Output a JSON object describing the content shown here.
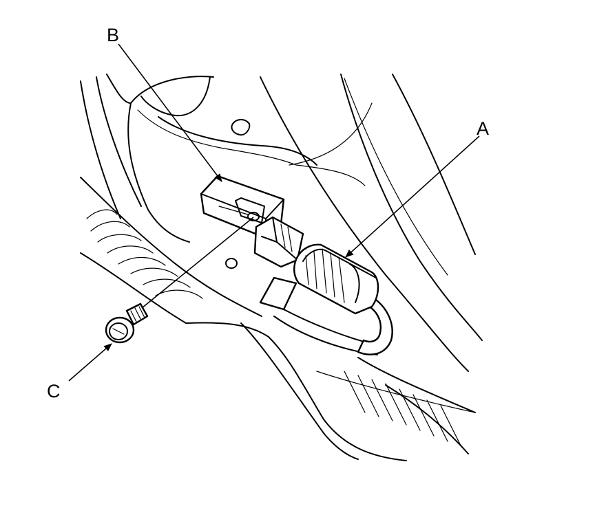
{
  "callouts": {
    "a": {
      "text": "A"
    },
    "b": {
      "text": "B"
    },
    "c": {
      "text": "C"
    }
  }
}
